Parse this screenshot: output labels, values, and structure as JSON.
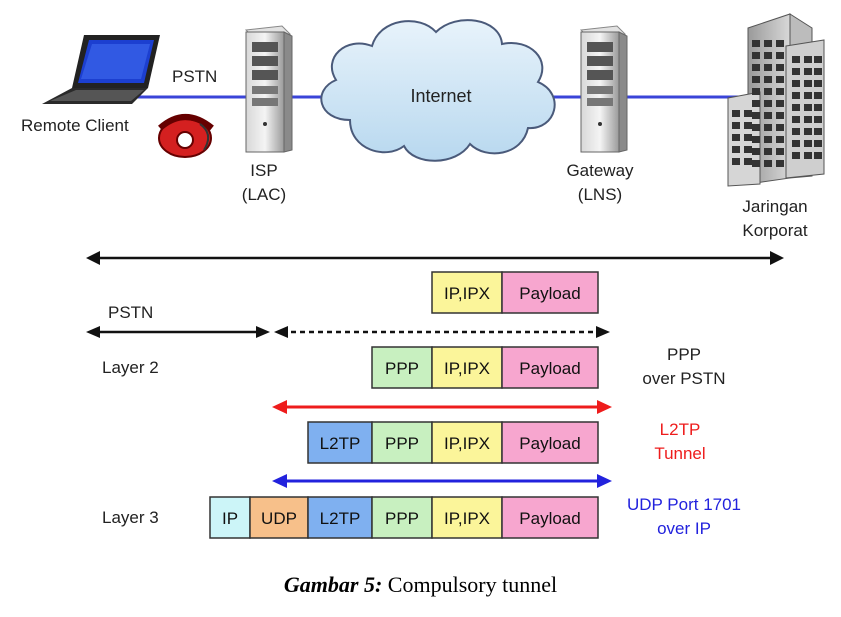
{
  "devices": {
    "remote_client": "Remote Client",
    "pstn_link": "PSTN",
    "isp_line1": "ISP",
    "isp_line2": "(LAC)",
    "internet": "Internet",
    "gateway_line1": "Gateway",
    "gateway_line2": "(LNS)",
    "corp_line1": "Jaringan",
    "corp_line2": "Korporat"
  },
  "lanes": {
    "pstn": "PSTN",
    "layer2": "Layer 2",
    "layer3": "Layer 3"
  },
  "notes": {
    "ppp_line1": "PPP",
    "ppp_line2": "over PSTN",
    "l2tp_line1": "L2TP",
    "l2tp_line2": "Tunnel",
    "udp_line1": "UDP Port 1701",
    "udp_line2": "over IP"
  },
  "packets": [
    [
      "IP,IPX",
      "Payload"
    ],
    [
      "PPP",
      "IP,IPX",
      "Payload"
    ],
    [
      "L2TP",
      "PPP",
      "IP,IPX",
      "Payload"
    ],
    [
      "IP",
      "UDP",
      "L2TP",
      "PPP",
      "IP,IPX",
      "Payload"
    ]
  ],
  "colors": {
    "IP": "#ccf5f8",
    "UDP": "#f7c08a",
    "L2TP": "#7fb0f0",
    "PPP": "#c8f0c0",
    "IP,IPX": "#fbf59a",
    "Payload": "#f7a6cf",
    "red_note": "#ee1c1c",
    "blue_note": "#2222dd",
    "link_line": "#3a44d8"
  },
  "caption": {
    "label": "Gambar 5:",
    "text": " Compulsory tunnel"
  }
}
